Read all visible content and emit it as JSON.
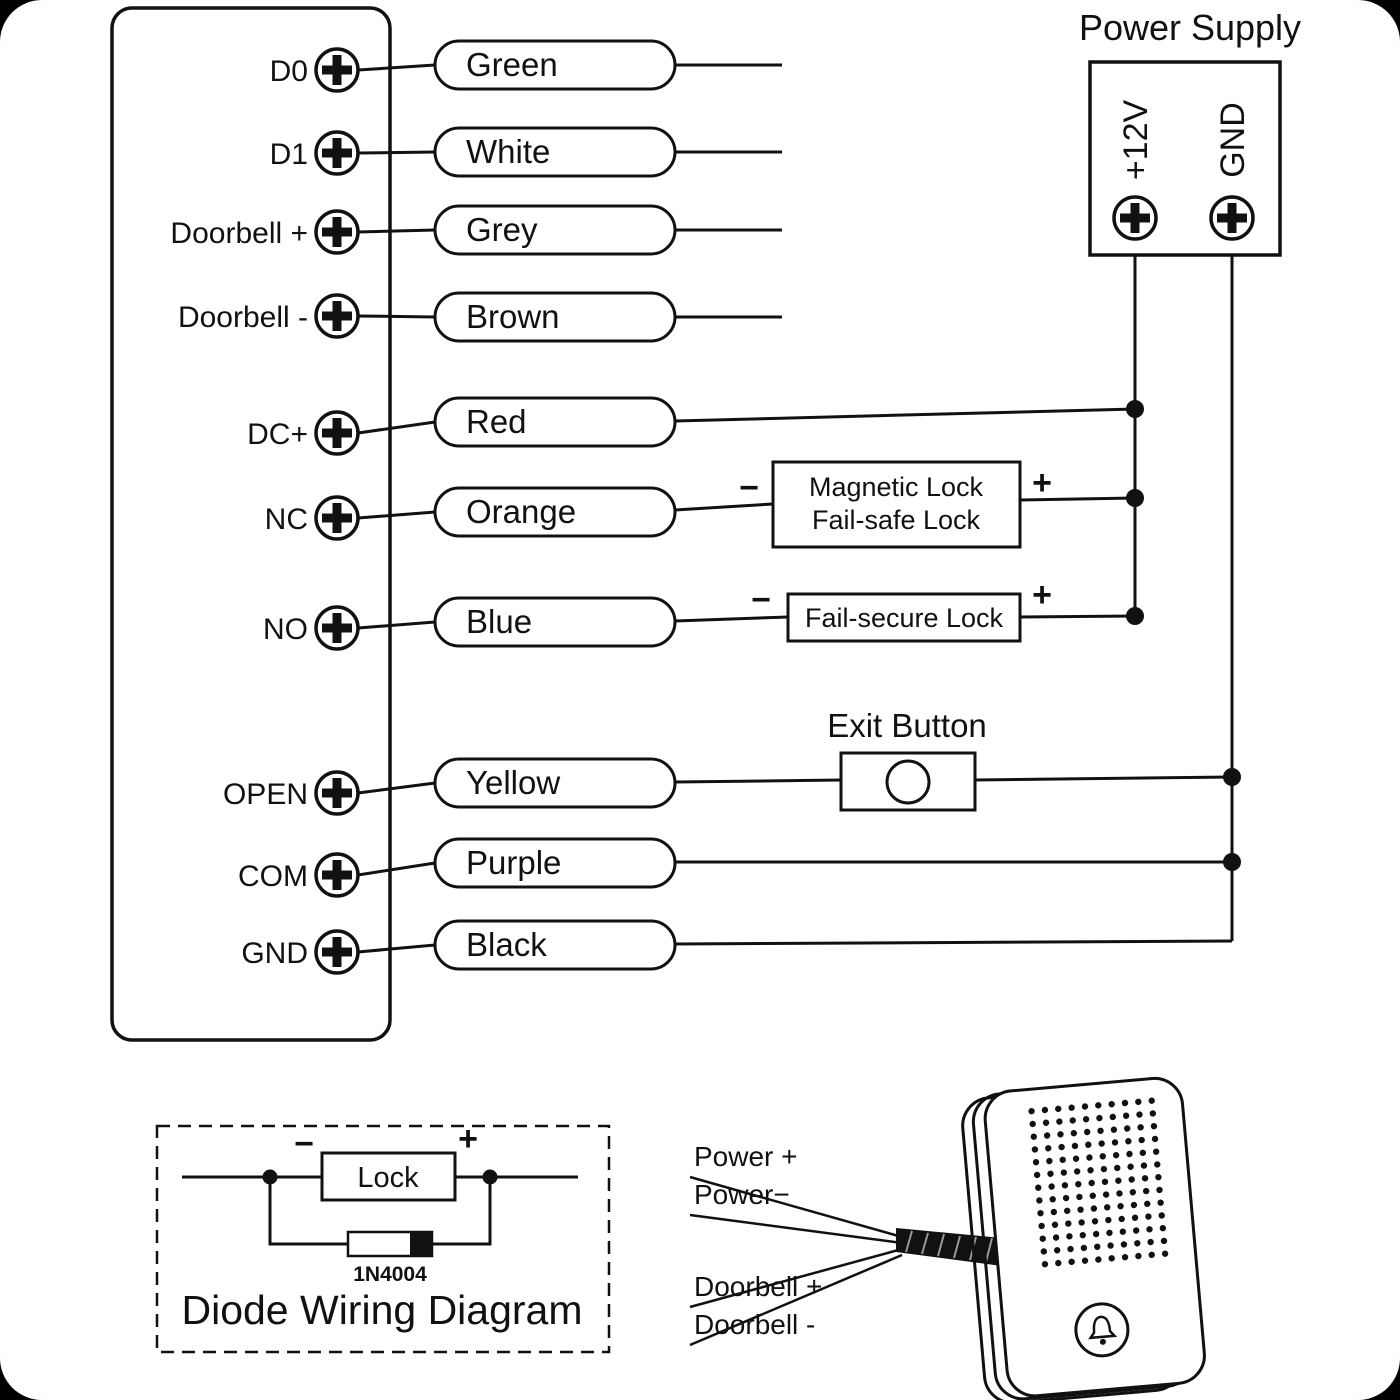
{
  "colors": {
    "ink": "#111111",
    "background": "#ffffff"
  },
  "controller": {
    "terminals": [
      {
        "label": "D0",
        "wire": "Green"
      },
      {
        "label": "D1",
        "wire": "White"
      },
      {
        "label": "Doorbell +",
        "wire": "Grey"
      },
      {
        "label": "Doorbell -",
        "wire": "Brown"
      },
      {
        "label": "DC+",
        "wire": "Red"
      },
      {
        "label": "NC",
        "wire": "Orange"
      },
      {
        "label": "NO",
        "wire": "Blue"
      },
      {
        "label": "OPEN",
        "wire": "Yellow"
      },
      {
        "label": "COM",
        "wire": "Purple"
      },
      {
        "label": "GND",
        "wire": "Black"
      }
    ]
  },
  "power_supply": {
    "title": "Power Supply",
    "terminal_12v": "+12V",
    "terminal_gnd": "GND"
  },
  "signs": {
    "plus": "+",
    "minus": "−"
  },
  "magnetic_lock": {
    "line1": "Magnetic Lock",
    "line2": "Fail-safe Lock"
  },
  "fail_secure_lock": {
    "label": "Fail-secure Lock"
  },
  "exit_button": {
    "title": "Exit Button"
  },
  "diode_diagram": {
    "title": "Diode Wiring Diagram",
    "lock_label": "Lock",
    "diode_part": "1N4004"
  },
  "doorbell": {
    "wire_labels": [
      "Power +",
      "Power−",
      "Doorbell +",
      "Doorbell -"
    ]
  }
}
